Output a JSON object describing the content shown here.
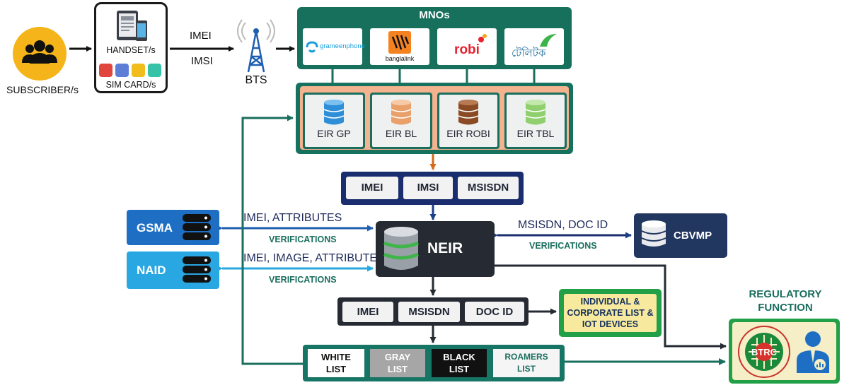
{
  "subscriber": {
    "label": "SUBSCRIBER/s"
  },
  "device_box": {
    "handset_label": "HANDSET/s",
    "sim_label": "SIM CARD/s"
  },
  "flow_labels": {
    "imei": "IMEI",
    "imsi": "IMSI"
  },
  "bts": {
    "label": "BTS"
  },
  "mnos": {
    "title": "MNOs",
    "operators": [
      {
        "name": "grameenphone"
      },
      {
        "name": "banglalink"
      },
      {
        "name": "robi"
      },
      {
        "name": "টেলিটক"
      }
    ]
  },
  "eirs": [
    {
      "label": "EIR GP",
      "color": "#2e8fd8"
    },
    {
      "label": "EIR BL",
      "color": "#e9a06a"
    },
    {
      "label": "EIR ROBI",
      "color": "#8a4a24"
    },
    {
      "label": "EIR TBL",
      "color": "#8fcf6e"
    }
  ],
  "id_fields": [
    "IMEI",
    "IMSI",
    "MSISDN"
  ],
  "gsma": {
    "label": "GSMA",
    "edge_label": "IMEI, ATTRIBUTES",
    "verify_label": "VERIFICATIONS"
  },
  "naid": {
    "label": "NAID",
    "edge_label": "IMEI, IMAGE, ATTRIBUTES",
    "verify_label": "VERIFICATIONS"
  },
  "neir": {
    "label": "NEIR"
  },
  "cbvmp": {
    "label": "CBVMP",
    "edge_label": "MSISDN, DOC ID",
    "verify_label": "VERIFICATIONS"
  },
  "doc_fields": [
    "IMEI",
    "MSISDN",
    "DOC ID"
  ],
  "individual_list": {
    "label": "INDIVIDUAL & CORPORATE LIST & IOT DEVICES"
  },
  "lists": [
    {
      "line1": "WHITE",
      "line2": "LIST"
    },
    {
      "line1": "GRAY",
      "line2": "LIST"
    },
    {
      "line1": "BLACK",
      "line2": "LIST"
    },
    {
      "line1": "ROAMERS",
      "line2": "LIST"
    }
  ],
  "regulatory": {
    "title_line1": "REGULATORY",
    "title_line2": "FUNCTION",
    "seal_text": "BTRC"
  },
  "colors": {
    "teal": "#17705c",
    "navy": "#1a2d6e",
    "dark": "#262b33",
    "arrow_orange": "#d46a1a",
    "arrow_blue": "#1a3f8a",
    "arrow_cyan": "#29a8e0",
    "arrow_teal": "#1a6e5e"
  },
  "icons": [
    "people-icon",
    "tablet-phone-icon",
    "sim-card-icon",
    "antenna-tower-icon",
    "database-icon",
    "server-icon",
    "business-person-icon",
    "btrc-seal-icon"
  ]
}
